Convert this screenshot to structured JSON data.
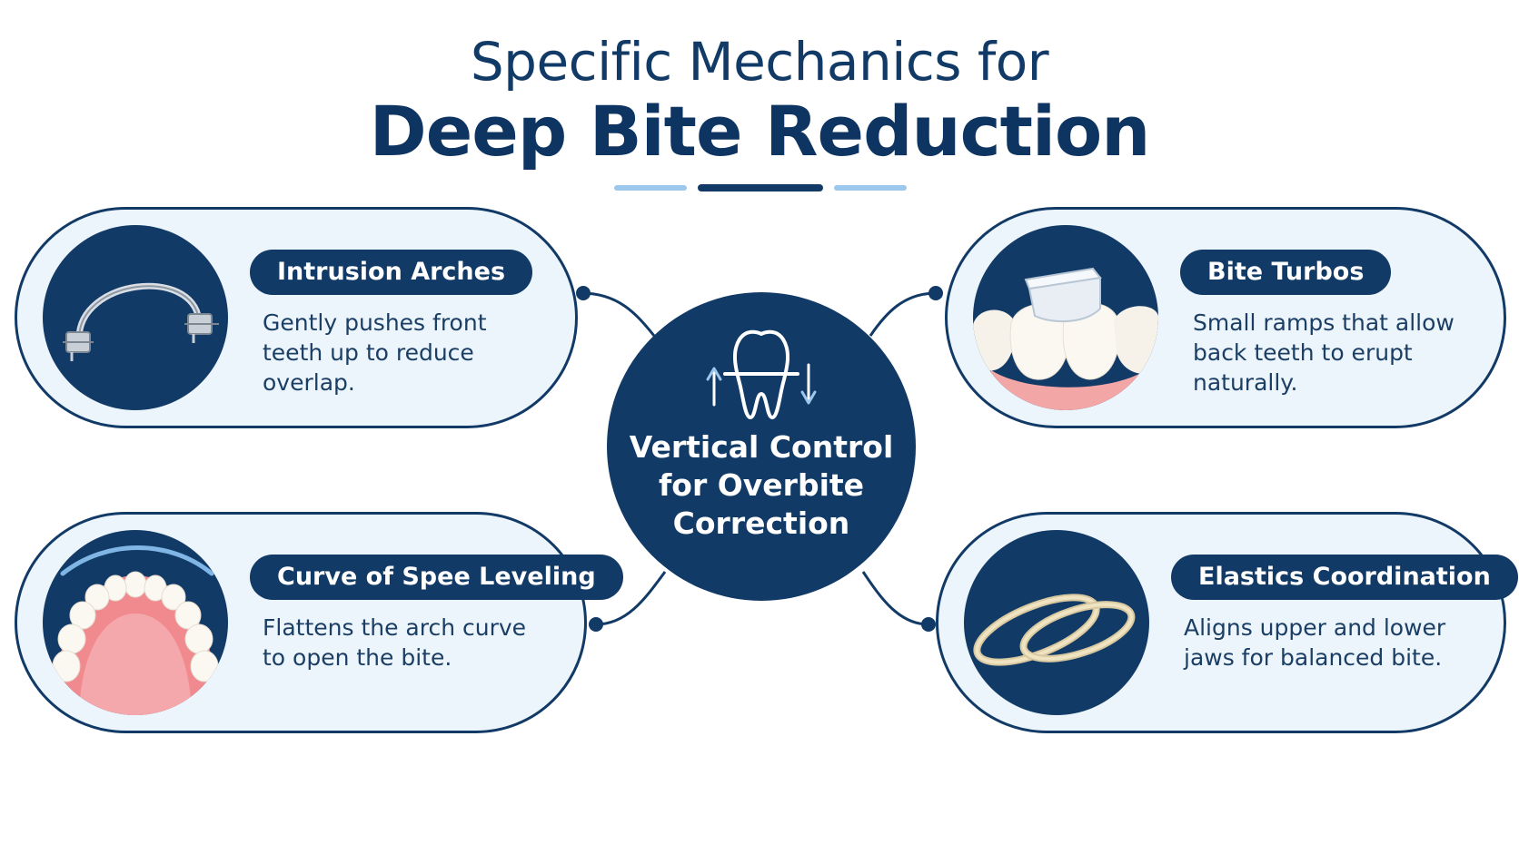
{
  "header": {
    "title_line1": "Specific Mechanics for",
    "title_line2": "Deep Bite Reduction"
  },
  "center": {
    "label": "Vertical Control for Overbite Correction",
    "icon": "tooth-arrows-icon"
  },
  "cards": [
    {
      "title": "Intrusion Arches",
      "description": "Gently pushes front teeth up to reduce overlap.",
      "icon": "wire-arch-icon"
    },
    {
      "title": "Bite Turbos",
      "description": "Small ramps that allow back teeth to erupt naturally.",
      "icon": "bite-turbo-icon"
    },
    {
      "title": "Curve of Spee Leveling",
      "description": "Flattens the arch curve to open the bite.",
      "icon": "dental-arch-icon"
    },
    {
      "title": "Elastics Coordination",
      "description": "Aligns upper and lower jaws for balanced bite.",
      "icon": "rubber-bands-icon"
    }
  ],
  "colors": {
    "primary": "#123a66",
    "accent": "#9cc8ee",
    "card_background": "#edf5fc"
  }
}
